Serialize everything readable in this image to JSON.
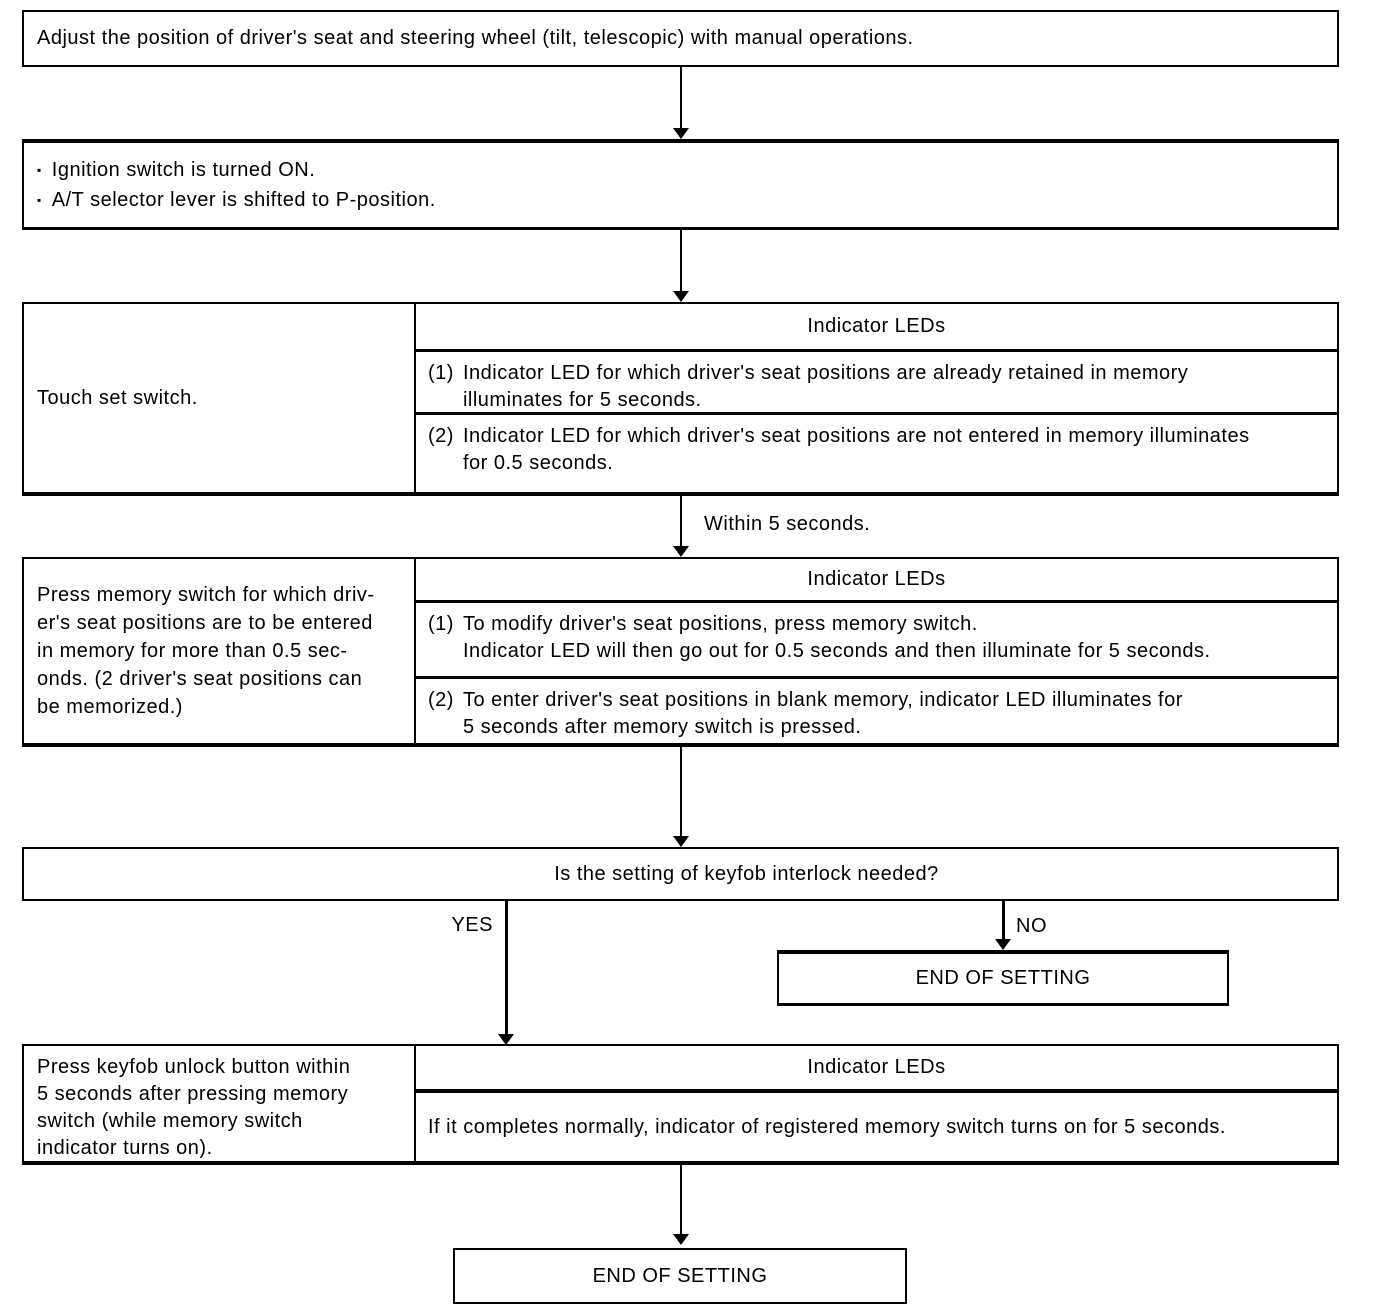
{
  "colors": {
    "line": "#000000",
    "background": "#ffffff"
  },
  "flow": {
    "step_adjust": {
      "text": "Adjust the position of driver's seat and steering wheel (tilt, telescopic) with manual operations."
    },
    "step_conditions": {
      "bullet": "▪",
      "items": [
        "Ignition switch is turned ON.",
        "A/T selector lever is shifted to P-position."
      ]
    },
    "step_touch": {
      "action": "Touch set switch.",
      "led_header": "Indicator LEDs",
      "rows": [
        {
          "num": "(1)",
          "text": "Indicator LED for which driver's seat positions are already retained in memory\nilluminates for 5 seconds."
        },
        {
          "num": "(2)",
          "text": "Indicator LED for which driver's seat positions are not entered in memory illuminates\nfor 0.5 seconds."
        }
      ]
    },
    "transition_label": "Within 5 seconds.",
    "step_press_memory": {
      "action": "Press memory switch for which driv-\ner's seat positions are to be entered\nin memory for more than 0.5 sec-\nonds. (2 driver's seat positions can\nbe memorized.)",
      "led_header": "Indicator LEDs",
      "rows": [
        {
          "num": "(1)",
          "text": "To modify driver's seat positions, press memory switch.\nIndicator LED will then go out for 0.5 seconds and then illuminate for 5 seconds."
        },
        {
          "num": "(2)",
          "text": "To enter driver's seat positions in blank memory, indicator LED illuminates for\n5 seconds after memory switch is pressed."
        }
      ]
    },
    "decision": {
      "question": "Is the setting of keyfob interlock needed?",
      "yes_label": "YES",
      "no_label": "NO"
    },
    "end_of_setting_no": "END OF SETTING",
    "step_keyfob": {
      "action": "Press keyfob unlock button within\n5 seconds after pressing memory\nswitch (while memory switch\nindicator turns on).",
      "led_header": "Indicator LEDs",
      "result": "If it completes normally, indicator of registered memory switch turns on for 5 seconds."
    },
    "end_of_setting_final": "END OF SETTING"
  }
}
